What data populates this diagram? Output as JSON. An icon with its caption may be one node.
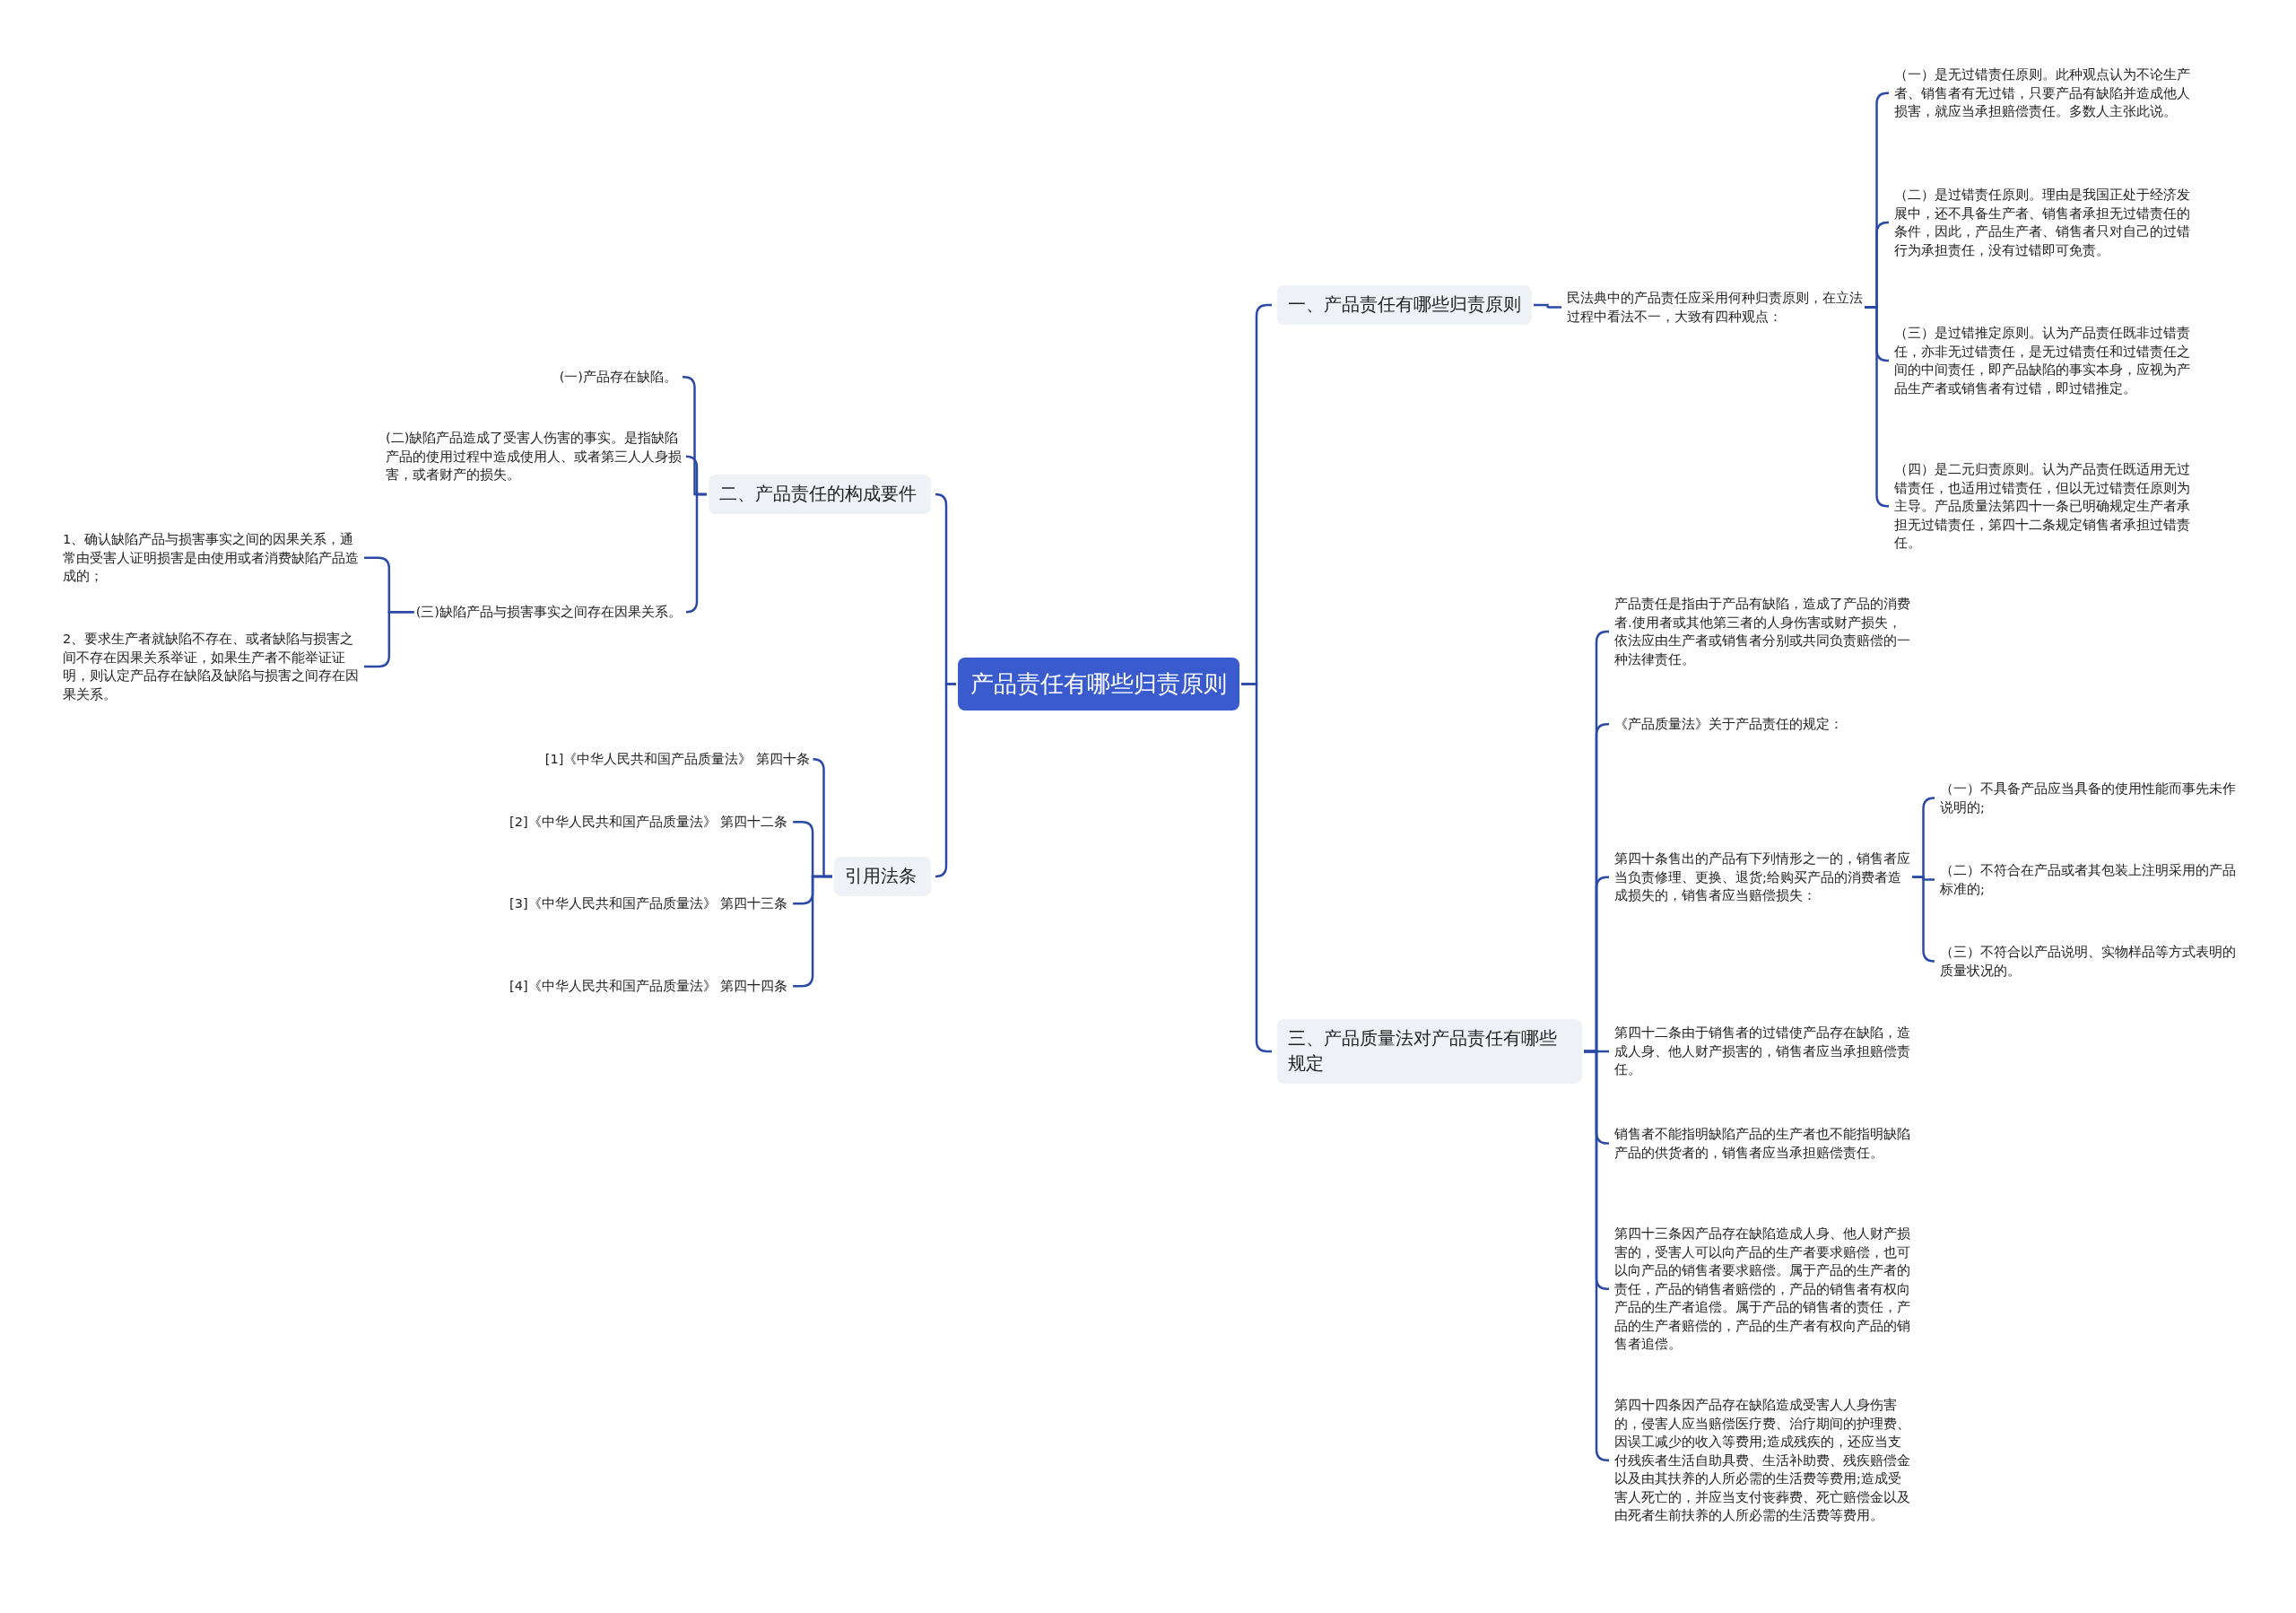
{
  "diagram": {
    "nodes": [
      {
        "text": [
          "产品责任有哪些归责原则"
        ]
      },
      {
        "text": [
          "一、产品责任有哪些归责原则"
        ]
      },
      {
        "text": [
          "民法典中的产品责任应采用何种归责原则，在立法过程中看法不一，大致有四种观点："
        ]
      },
      {
        "text": [
          "（一）是无过错责任原则。此种观点认为不论生产者、销售者有无过错，只要产品有缺陷并造成他人损害，就应当承担赔偿责任。多数人主张此说。"
        ]
      },
      {
        "text": [
          "（二）是过错责任原则。理由是我国正处于经济发展中，还不具备生产者、销售者承担无过错责任的条件，因此，产品生产者、销售者只对自己的过错行为承担责任，没有过错即可免责。"
        ]
      },
      {
        "text": [
          "（三）是过错推定原则。认为产品责任既非过错责任，亦非无过错责任，是无过错责任和过错责任之间的中间责任，即产品缺陷的事实本身，应视为产品生产者或销售者有过错，即过错推定。"
        ]
      },
      {
        "text": [
          "（四）是二元归责原则。认为产品责任既适用无过错责任，也适用过错责任，但以无过错责任原则为主导。产品质量法第四十一条已明确规定生产者承担无过错责任，第四十二条规定销售者承担过错责任。"
        ]
      },
      {
        "text": [
          "三、产品质量法对产品责任有哪些规定"
        ]
      },
      {
        "text": [
          "产品责任是指由于产品有缺陷，造成了产品的消费者.使用者或其他第三者的人身伤害或财产损失，依法应由生产者或销售者分别或共同负责赔偿的一种法律责任。"
        ]
      },
      {
        "text": [
          "《产品质量法》关于产品责任的规定："
        ]
      },
      {
        "text": [
          "第四十条售出的产品有下列情形之一的，销售者应当负责修理、更换、退货;给购买产品的消费者造成损失的，销售者应当赔偿损失："
        ]
      },
      {
        "text": [
          "（一）不具备产品应当具备的使用性能而事先未作说明的;"
        ]
      },
      {
        "text": [
          "（二）不符合在产品或者其包装上注明采用的产品标准的;"
        ]
      },
      {
        "text": [
          "（三）不符合以产品说明、实物样品等方式表明的质量状况的。"
        ]
      },
      {
        "text": [
          "第四十二条由于销售者的过错使产品存在缺陷，造成人身、他人财产损害的，销售者应当承担赔偿责任。"
        ]
      },
      {
        "text": [
          "销售者不能指明缺陷产品的生产者也不能指明缺陷产品的供货者的，销售者应当承担赔偿责任。"
        ]
      },
      {
        "text": [
          "第四十三条因产品存在缺陷造成人身、他人财产损害的，受害人可以向产品的生产者要求赔偿，也可以向产品的销售者要求赔偿。属于产品的生产者的责任，产品的销售者赔偿的，产品的销售者有权向产品的生产者追偿。属于产品的销售者的责任，产品的生产者赔偿的，产品的生产者有权向产品的销售者追偿。"
        ]
      },
      {
        "text": [
          "第四十四条因产品存在缺陷造成受害人人身伤害的，侵害人应当赔偿医疗费、治疗期间的护理费、因误工减少的收入等费用;造成残疾的，还应当支付残疾者生活自助具费、生活补助费、残疾赔偿金以及由其扶养的人所必需的生活费等费用;造成受害人死亡的，并应当支付丧葬费、死亡赔偿金以及由死者生前扶养的人所必需的生活费等费用。"
        ]
      },
      {
        "text": [
          "二、产品责任的构成要件"
        ]
      },
      {
        "text": [
          "(一)产品存在缺陷。"
        ]
      },
      {
        "text": [
          "(二)缺陷产品造成了受害人伤害的事实。是指缺陷产品的使用过程中造成使用人、或者第三人人身损害，或者财产的损失。"
        ]
      },
      {
        "text": [
          "(三)缺陷产品与损害事实之间存在因果关系。"
        ]
      },
      {
        "text": [
          "1、确认缺陷产品与损害事实之间的因果关系，通常由受害人证明损害是由使用或者消费缺陷产品造成的；"
        ]
      },
      {
        "text": [
          "2、要求生产者就缺陷不存在、或者缺陷与损害之间不存在因果关系举证，如果生产者不能举证证明，则认定产品存在缺陷及缺陷与损害之间存在因果关系。"
        ]
      },
      {
        "text": [
          "引用法条"
        ]
      },
      {
        "text": [
          "[1]《中华人民共和国产品质量法》 第四十条"
        ]
      },
      {
        "text": [
          "[2]《中华人民共和国产品质量法》 第四十二条"
        ]
      },
      {
        "text": [
          "[3]《中华人民共和国产品质量法》 第四十三条"
        ]
      },
      {
        "text": [
          "[4]《中华人民共和国产品质量法》 第四十四条"
        ]
      }
    ],
    "edges": [
      {
        "from": 0,
        "to": 1,
        "arrow": "none"
      },
      {
        "from": 0,
        "to": 7,
        "arrow": "none"
      },
      {
        "from": 0,
        "to": 18,
        "arrow": "none"
      },
      {
        "from": 0,
        "to": 24,
        "arrow": "none"
      },
      {
        "from": 1,
        "to": 2,
        "arrow": "none"
      },
      {
        "from": 2,
        "to": 3,
        "arrow": "none"
      },
      {
        "from": 2,
        "to": 4,
        "arrow": "none"
      },
      {
        "from": 2,
        "to": 5,
        "arrow": "none"
      },
      {
        "from": 2,
        "to": 6,
        "arrow": "none"
      },
      {
        "from": 7,
        "to": 8,
        "arrow": "none"
      },
      {
        "from": 7,
        "to": 9,
        "arrow": "none"
      },
      {
        "from": 7,
        "to": 10,
        "arrow": "none"
      },
      {
        "from": 7,
        "to": 14,
        "arrow": "none"
      },
      {
        "from": 7,
        "to": 15,
        "arrow": "none"
      },
      {
        "from": 7,
        "to": 16,
        "arrow": "none"
      },
      {
        "from": 7,
        "to": 17,
        "arrow": "none"
      },
      {
        "from": 10,
        "to": 11,
        "arrow": "none"
      },
      {
        "from": 10,
        "to": 12,
        "arrow": "none"
      },
      {
        "from": 10,
        "to": 13,
        "arrow": "none"
      },
      {
        "from": 18,
        "to": 19,
        "arrow": "none"
      },
      {
        "from": 18,
        "to": 20,
        "arrow": "none"
      },
      {
        "from": 18,
        "to": 21,
        "arrow": "none"
      },
      {
        "from": 21,
        "to": 22,
        "arrow": "none"
      },
      {
        "from": 21,
        "to": 23,
        "arrow": "none"
      },
      {
        "from": 24,
        "to": 25,
        "arrow": "none"
      },
      {
        "from": 24,
        "to": 26,
        "arrow": "none"
      },
      {
        "from": 24,
        "to": 27,
        "arrow": "none"
      },
      {
        "from": 24,
        "to": 28,
        "arrow": "none"
      }
    ]
  }
}
